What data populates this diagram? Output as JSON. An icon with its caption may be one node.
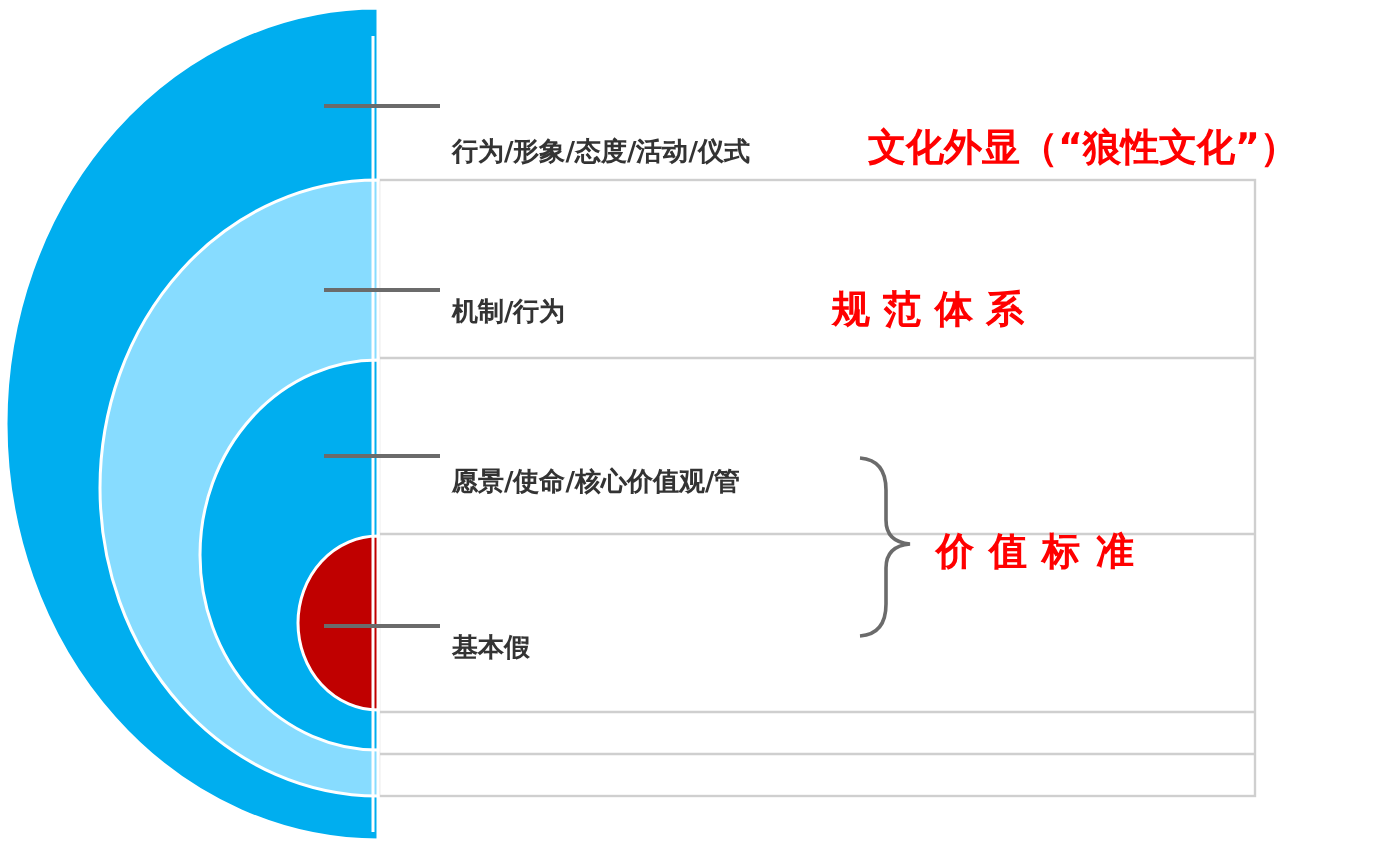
{
  "diagram": {
    "nodes": [
      {
        "text": [],
        "shape": "semicircle"
      },
      {
        "text": [],
        "shape": "semicircle",
        "in": 0
      },
      {
        "text": [],
        "shape": "semicircle",
        "in": 1
      },
      {
        "text": [],
        "shape": "semicircle",
        "in": 2
      },
      {
        "text": [
          "行为/形象/态度/活动/仪式"
        ]
      },
      {
        "text": [
          "机制/行为"
        ]
      },
      {
        "text": [
          "愿景/使命/核心价值观/管"
        ]
      },
      {
        "text": [
          "基本假"
        ]
      }
    ],
    "edges": [
      {
        "from": 4,
        "to": 0,
        "arrow": "none"
      },
      {
        "from": 5,
        "to": 1,
        "arrow": "none"
      },
      {
        "from": 6,
        "to": 2,
        "arrow": "none"
      },
      {
        "from": 7,
        "to": 3,
        "arrow": "none"
      }
    ],
    "labels": [
      "文化外显（“狼性文化”）",
      "规范体系",
      "价值标准"
    ]
  }
}
